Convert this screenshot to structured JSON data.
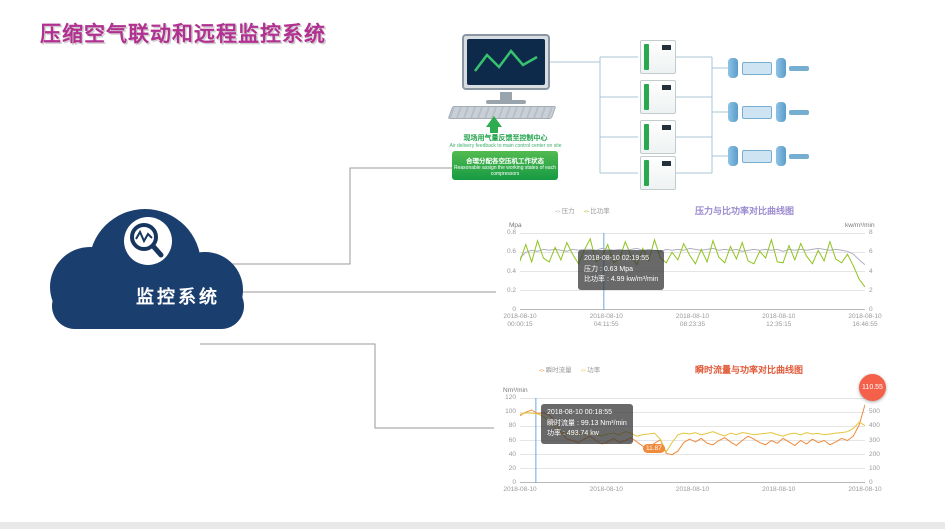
{
  "page": {
    "title": "压缩空气联动和远程监控系统"
  },
  "cloud": {
    "label": "监控系统"
  },
  "diagram": {
    "feedback_cn": "现场用气量反馈至控制中心",
    "feedback_en": "Air delivery feedback to main control center on site",
    "assign_cn": "合理分配各空压机工作状态",
    "assign_en": "Reasonable assign the working states of each compressors"
  },
  "chart_data": {
    "pressure_power": {
      "type": "line",
      "title": "压力与比功率对比曲线图",
      "ylabel_left": "Mpa",
      "ylabel_right": "kw/m³/min",
      "yticks_left": [
        "0.8",
        "0.6",
        "0.4",
        "0.2",
        "0"
      ],
      "yticks_right": [
        "8",
        "6",
        "4",
        "2",
        "0"
      ],
      "ylim_left": [
        0,
        0.8
      ],
      "ylim_right": [
        0,
        8
      ],
      "xticks": [
        "2018-08-10|00:00:15",
        "2018-08-10|04:11:55",
        "2018-08-10|08:23:35",
        "2018-08-10|12:35:15",
        "2018-08-10|16:46:55"
      ],
      "crosshair_frac": 0.243,
      "series": [
        {
          "name": "压力",
          "axis": "left",
          "color": "#b0aec5",
          "values": [
            0.54,
            0.6,
            0.62,
            0.61,
            0.63,
            0.62,
            0.63,
            0.62,
            0.61,
            0.63,
            0.62,
            0.63,
            0.63,
            0.62,
            0.64,
            0.63,
            0.62,
            0.63,
            0.62,
            0.63,
            0.64,
            0.62,
            0.63,
            0.62,
            0.61,
            0.63,
            0.62,
            0.63,
            0.62,
            0.64,
            0.63,
            0.62,
            0.63,
            0.64,
            0.62,
            0.63,
            0.62,
            0.63,
            0.61,
            0.62,
            0.63,
            0.62,
            0.63,
            0.62,
            0.63,
            0.61,
            0.63,
            0.62,
            0.63,
            0.62,
            0.63,
            0.64,
            0.63,
            0.62,
            0.63,
            0.62,
            0.61,
            0.58,
            0.52,
            0.47
          ]
        },
        {
          "name": "比功率",
          "axis": "right",
          "color": "#8fc31f",
          "values": [
            5.1,
            6.8,
            5.0,
            7.2,
            5.4,
            4.99,
            6.5,
            5.2,
            7.0,
            5.8,
            4.8,
            6.2,
            7.4,
            5.0,
            5.5,
            6.8,
            4.9,
            5.3,
            7.1,
            5.6,
            4.7,
            6.4,
            5.1,
            7.3,
            5.4,
            4.9,
            6.0,
            5.2,
            6.9,
            5.7,
            4.8,
            6.3,
            5.0,
            7.2,
            5.5,
            4.9,
            6.6,
            5.3,
            7.0,
            5.1,
            4.8,
            6.1,
            5.4,
            7.3,
            5.0,
            4.9,
            6.7,
            5.2,
            6.9,
            5.6,
            4.8,
            6.2,
            5.1,
            7.1,
            5.3,
            4.9,
            5.8,
            4.6,
            3.2,
            2.4
          ]
        }
      ],
      "tooltip": {
        "time": "2018-08-10 02:19:55",
        "line1": "压力 : 0.63 Mpa",
        "line2": "比功率 : 4.99 kw/m³/min"
      }
    },
    "flow_power": {
      "type": "line",
      "title": "瞬时流量与功率对比曲线图",
      "ylabel_left": "Nm³/min",
      "ylabel_right": "",
      "yticks_left": [
        "120",
        "100",
        "80",
        "60",
        "40",
        "20",
        "0"
      ],
      "yticks_right": [
        "600",
        "500",
        "400",
        "300",
        "200",
        "100",
        "0"
      ],
      "ylim_left": [
        0,
        120
      ],
      "ylim_right": [
        0,
        600
      ],
      "xticks": [
        "2018-08-10",
        "2018-08-10",
        "2018-08-10",
        "2018-08-10",
        "2018-08-10"
      ],
      "crosshair_frac": 0.046,
      "series": [
        {
          "name": "瞬时流量",
          "axis": "left",
          "color": "#f08a3c",
          "values": [
            95,
            100,
            103,
            98,
            99.13,
            96,
            88,
            72,
            62,
            60,
            57,
            62,
            66,
            60,
            55,
            58,
            63,
            57,
            60,
            64,
            58,
            52,
            48,
            56,
            61,
            42,
            40,
            45,
            57,
            62,
            58,
            63,
            56,
            54,
            60,
            64,
            58,
            53,
            60,
            66,
            62,
            57,
            54,
            60,
            56,
            63,
            58,
            53,
            60,
            55,
            62,
            57,
            60,
            54,
            58,
            63,
            60,
            66,
            82,
            110.55
          ]
        },
        {
          "name": "功率",
          "axis": "right",
          "color": "#e3c53a",
          "values": [
            485,
            495,
            493.74,
            488,
            470,
            430,
            390,
            355,
            360,
            345,
            350,
            340,
            355,
            342,
            332,
            346,
            352,
            340,
            362,
            350,
            330,
            342,
            346,
            352,
            310,
            220,
            285,
            340,
            352,
            346,
            356,
            340,
            350,
            362,
            346,
            332,
            352,
            342,
            356,
            350,
            340,
            346,
            350,
            356,
            342,
            330,
            346,
            352,
            340,
            356,
            346,
            350,
            340,
            346,
            352,
            356,
            362,
            385,
            430,
            405
          ]
        }
      ],
      "tooltip": {
        "time": "2018-08-10 00:18:55",
        "line1": "瞬时流量 : 99.13 Nm³/min",
        "line2": "功率 : 493.74 kw"
      },
      "end_badge": "110.55",
      "marker": {
        "label": "11.87"
      }
    }
  }
}
